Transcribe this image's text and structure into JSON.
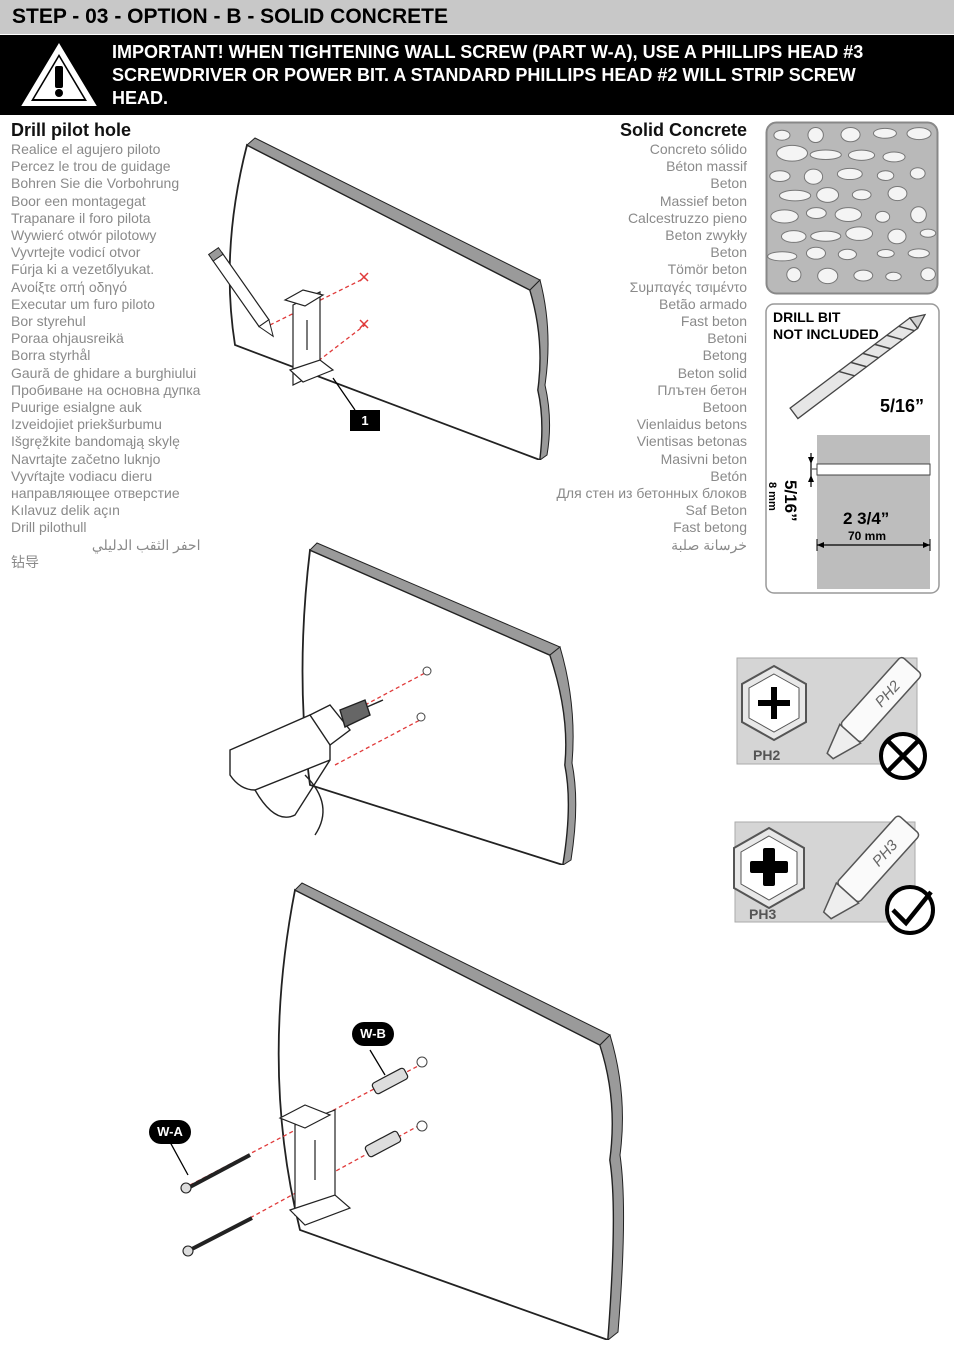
{
  "header": {
    "title": "STEP - 03 - OPTION - B - SOLID CONCRETE"
  },
  "warning": {
    "icon": "warning-triangle-icon",
    "lines": [
      "IMPORTANT! WHEN TIGHTENING WALL SCREW (PART W-A), USE A PHILLIPS HEAD #3",
      "SCREWDRIVER OR POWER BIT.  A STANDARD PHILLIPS HEAD #2 WILL STRIP SCREW",
      "HEAD."
    ]
  },
  "left": {
    "heading": "Drill pilot hole",
    "translations": [
      "Realice el agujero piloto",
      "Percez le trou de guidage",
      "Bohren Sie die Vorbohrung",
      "Boor een montagegat",
      "Trapanare il foro pilota",
      "Wywierć otwór pilotowy",
      "Vyvrtejte vodicí otvor",
      "Fúrja ki a vezetőlyukat.",
      "Ανοίξτε οπή οδηγό",
      "Executar um furo piloto",
      "Bor styrehul",
      "Poraa ohjausreikä",
      "Borra styrhål",
      "Gaură de ghidare a burghiului",
      "Пробиване на основна дупка",
      "Puurige esialgne auk",
      "Izveidojiet priekšurbumu",
      "Išgręžkite bandomąją skylę",
      "Navrtajte začetno luknjo",
      "Vyvŕtajte vodiacu dieru",
      "направляющее отверстие",
      "Kılavuz delik açın",
      "Drill pilothull",
      "احفر الثقب الدليلي",
      "钻导"
    ]
  },
  "right": {
    "heading": "Solid Concrete",
    "translations": [
      "Concreto sólido",
      "Béton massif",
      "Beton",
      "Massief beton",
      "Calcestruzzo pieno",
      "Beton zwykły",
      "Beton",
      "Tömör beton",
      "Συμπαγές τσιμέντο",
      "Betão armado",
      "Fast beton",
      "Betoni",
      "Betong",
      "Beton solid",
      "Плътен бетон",
      "Betoon",
      "Vienlaidus betons",
      "Vientisas betonas",
      "Masivni beton",
      "Betón",
      "Для стен из бетонных блоков",
      "Saf Beton",
      "Fast betong",
      "خرسانة صلبة"
    ]
  },
  "drill_bit": {
    "label_line1": "DRILL BIT",
    "label_line2": "NOT INCLUDED",
    "bit_size": "5/16”",
    "hole_diameter_in": "5/16”",
    "hole_diameter_mm": "8 mm",
    "hole_depth_in": "2 3/4”",
    "hole_depth_mm": "70 mm"
  },
  "bits": {
    "ph2_label": "PH2",
    "ph3_label": "PH3",
    "ph2_status_icon": "cross-circle-icon",
    "ph3_status_icon": "checkmark-circle-icon"
  },
  "callouts": {
    "step_number": "1",
    "screw_tag": "W-A",
    "anchor_tag": "W-B"
  },
  "colors": {
    "title_bar": "#c8c8c8",
    "warning_bar": "#000000",
    "guide_line": "#e03a3a",
    "wall_edge": "#9a9a9a"
  }
}
